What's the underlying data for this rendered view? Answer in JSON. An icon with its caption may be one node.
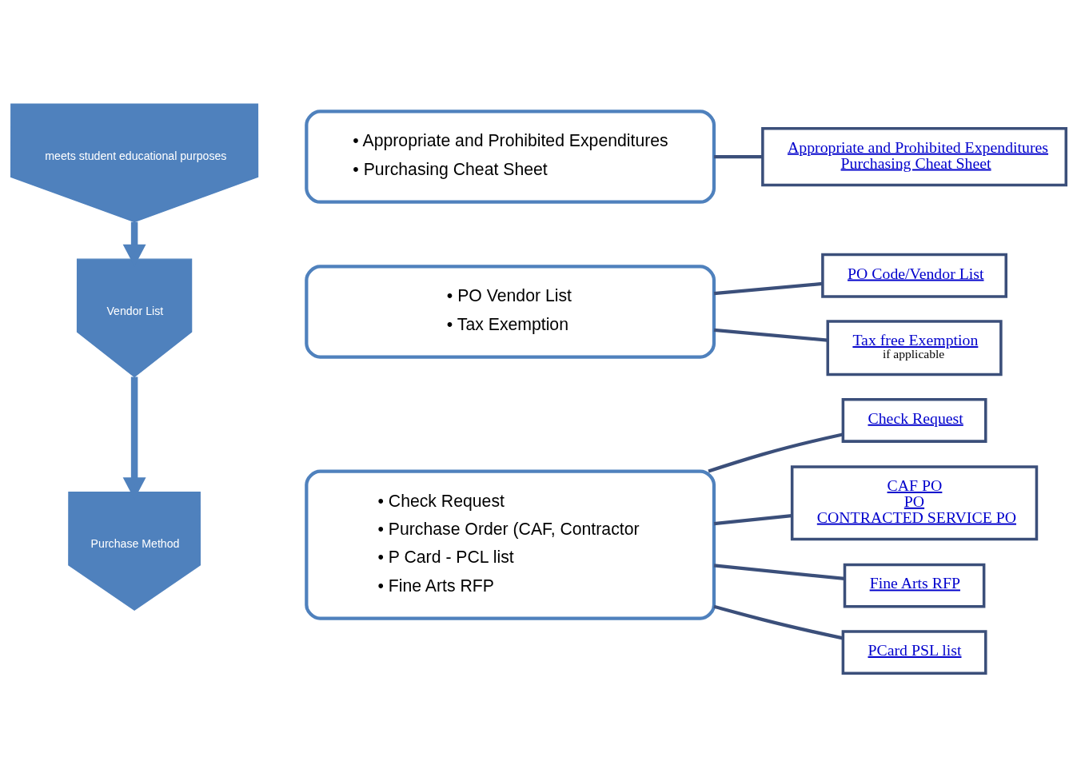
{
  "diagram": {
    "nodes": [
      {
        "text": [
          "meets student educational purposes"
        ]
      },
      {
        "text": [
          "• Appropriate and Prohibited Expenditures",
          "• Purchasing Cheat Sheet"
        ]
      },
      {
        "text": [
          "Vendor List"
        ]
      },
      {
        "text": [
          "• PO Vendor List",
          "• Tax Exemption"
        ]
      },
      {
        "text": [
          "Purchase Method"
        ]
      },
      {
        "text": [
          "• Check Request",
          "• Purchase Order (CAF, Contractor",
          "• P Card - PCL list",
          "• Fine Arts RFP"
        ]
      },
      {
        "text": [
          "Appropriate and Prohibited Expenditures",
          "Purchasing Cheat Sheet"
        ]
      },
      {
        "text": [
          "PO Code/Vendor List"
        ]
      },
      {
        "text": [
          "Tax free Exemption",
          "if applicable"
        ]
      },
      {
        "text": [
          "Check Request"
        ]
      },
      {
        "text": [
          "CAF PO",
          "PO",
          "CONTRACTED SERVICE PO"
        ]
      },
      {
        "text": [
          "Fine Arts RFP"
        ]
      },
      {
        "text": [
          "PCard PSL list"
        ]
      }
    ],
    "edges": [
      {
        "from": 0,
        "to": 2,
        "arrow": "to",
        "style": "thick",
        "color": "#4f81bd"
      },
      {
        "from": 2,
        "to": 4,
        "arrow": "to",
        "style": "thick",
        "color": "#4f81bd"
      },
      {
        "from": 1,
        "to": 6,
        "arrow": "none"
      },
      {
        "from": 3,
        "to": 7,
        "arrow": "none"
      },
      {
        "from": 3,
        "to": 8,
        "arrow": "none"
      },
      {
        "from": 5,
        "to": 9,
        "arrow": "none"
      },
      {
        "from": 5,
        "to": 10,
        "arrow": "none"
      },
      {
        "from": 5,
        "to": 11,
        "arrow": "none"
      },
      {
        "from": 5,
        "to": 12,
        "arrow": "none"
      }
    ]
  }
}
